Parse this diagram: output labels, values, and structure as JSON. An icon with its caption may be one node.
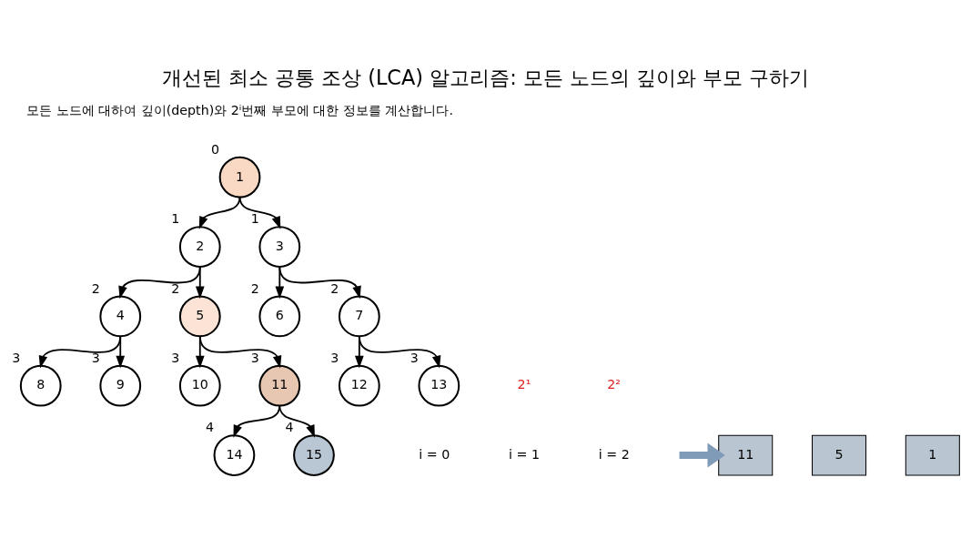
{
  "diagram": {
    "title": "개선된 최소 공통 조상 (LCA) 알고리즘: 모든 노드의 깊이와 부모 구하기",
    "nodes": [
      {
        "text": [
          "1"
        ],
        "beside": [
          "0"
        ]
      },
      {
        "text": [
          "2"
        ],
        "beside": [
          "1"
        ]
      },
      {
        "text": [
          "3"
        ],
        "beside": [
          "1"
        ]
      },
      {
        "text": [
          "4"
        ],
        "beside": [
          "2"
        ]
      },
      {
        "text": [
          "5"
        ],
        "beside": [
          "2"
        ]
      },
      {
        "text": [
          "6"
        ],
        "beside": [
          "2"
        ]
      },
      {
        "text": [
          "7"
        ],
        "beside": [
          "2"
        ]
      },
      {
        "text": [
          "8"
        ],
        "beside": [
          "3"
        ]
      },
      {
        "text": [
          "9"
        ],
        "beside": [
          "3"
        ]
      },
      {
        "text": [
          "10"
        ],
        "beside": [
          "3"
        ]
      },
      {
        "text": [
          "11"
        ],
        "beside": [
          "3"
        ]
      },
      {
        "text": [
          "12"
        ],
        "beside": [
          "3"
        ]
      },
      {
        "text": [
          "13"
        ],
        "beside": [
          "3"
        ]
      },
      {
        "text": [
          "14"
        ],
        "beside": [
          "4"
        ]
      },
      {
        "text": [
          "15"
        ],
        "beside": [
          "4"
        ]
      },
      {
        "text": [
          "11"
        ]
      },
      {
        "text": [
          "5"
        ]
      },
      {
        "text": [
          "1"
        ]
      }
    ],
    "edges": [
      {
        "from": 0,
        "to": 1,
        "arrow": "to"
      },
      {
        "from": 0,
        "to": 2,
        "arrow": "to"
      },
      {
        "from": 1,
        "to": 3,
        "arrow": "to"
      },
      {
        "from": 1,
        "to": 4,
        "arrow": "to"
      },
      {
        "from": 2,
        "to": 5,
        "arrow": "to"
      },
      {
        "from": 2,
        "to": 6,
        "arrow": "to"
      },
      {
        "from": 3,
        "to": 7,
        "arrow": "to"
      },
      {
        "from": 3,
        "to": 8,
        "arrow": "to"
      },
      {
        "from": 4,
        "to": 9,
        "arrow": "to"
      },
      {
        "from": 4,
        "to": 10,
        "arrow": "to"
      },
      {
        "from": 6,
        "to": 11,
        "arrow": "to"
      },
      {
        "from": 6,
        "to": 12,
        "arrow": "to"
      },
      {
        "from": 10,
        "to": 13,
        "arrow": "to"
      },
      {
        "from": 10,
        "to": 14,
        "arrow": "to"
      },
      {
        "from": null,
        "to": 15,
        "arrow": "to",
        "style": "thick",
        "color": "#7f9bb8"
      }
    ],
    "labels": [
      "모든 노드에 대하여 깊이(depth)와 2ⁱ번째 부모에 대한 정보를 계산합니다.",
      "2¹",
      "2²",
      "i = 0",
      "i = 1",
      "i = 2"
    ]
  }
}
